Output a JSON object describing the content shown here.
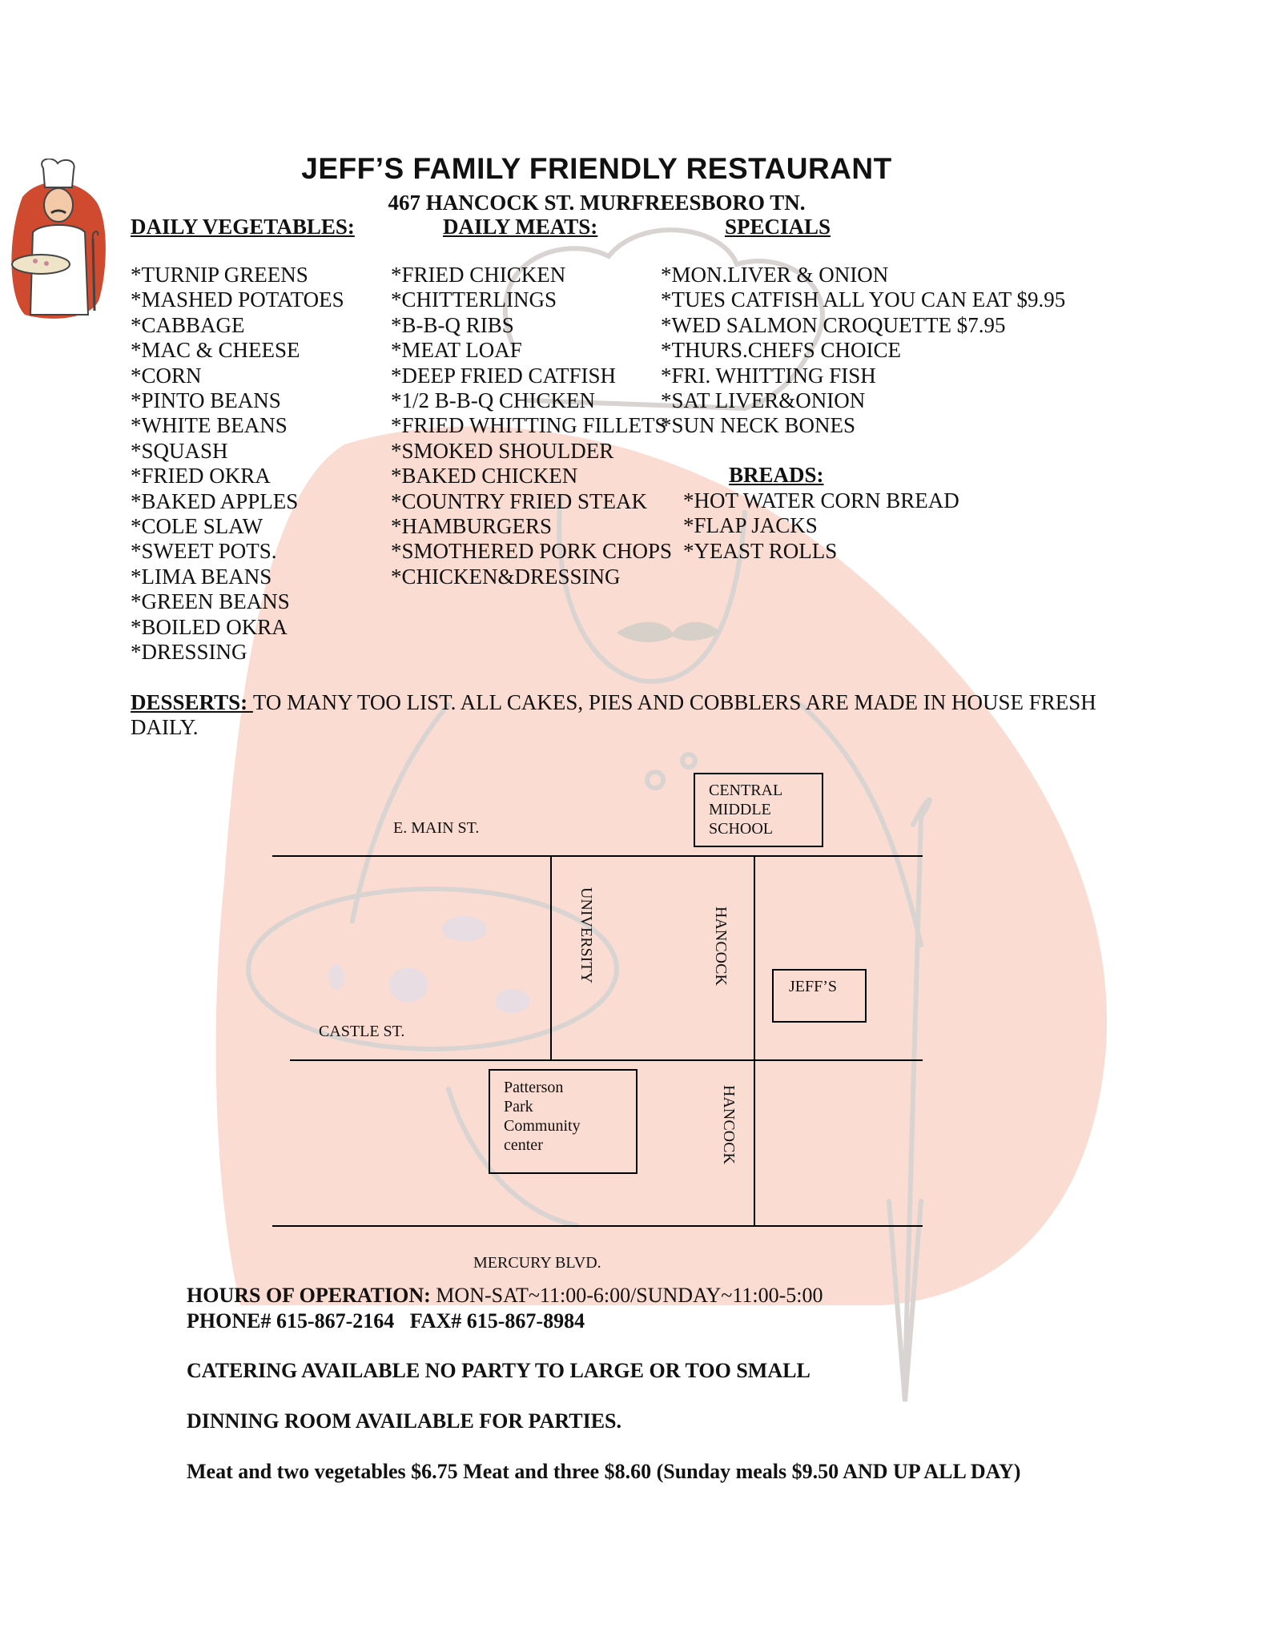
{
  "header": {
    "title": "JEFF’S FAMILY FRIENDLY RESTAURANT",
    "address": "467 HANCOCK ST. MURFREESBORO TN."
  },
  "columns": {
    "vegetables": {
      "heading": "DAILY VEGETABLES:",
      "items": [
        "*TURNIP GREENS",
        "*MASHED POTATOES",
        "*CABBAGE",
        "*MAC & CHEESE",
        "*CORN",
        "*PINTO BEANS",
        "*WHITE BEANS",
        "*SQUASH",
        "*FRIED OKRA",
        "*BAKED APPLES",
        "*COLE SLAW",
        "*SWEET POTS.",
        "*LIMA BEANS",
        "*GREEN BEANS",
        "*BOILED OKRA",
        "*DRESSING"
      ]
    },
    "meats": {
      "heading": "DAILY MEATS:",
      "items": [
        "*FRIED CHICKEN",
        "*CHITTERLINGS",
        "*B-B-Q RIBS",
        "*MEAT LOAF",
        "*DEEP FRIED CATFISH",
        "*1/2 B-B-Q CHICKEN",
        "*FRIED WHITTING FILLETS",
        "*SMOKED SHOULDER",
        "*BAKED CHICKEN",
        "*COUNTRY FRIED STEAK",
        "*HAMBURGERS",
        "*SMOTHERED PORK CHOPS",
        "*CHICKEN&DRESSING"
      ]
    },
    "specials": {
      "heading": "SPECIALS",
      "items": [
        "*MON.LIVER & ONION",
        "*TUES CATFISH ALL YOU CAN EAT $9.95",
        "*WED SALMON CROQUETTE $7.95",
        "*THURS.CHEFS CHOICE",
        "*FRI. WHITTING FISH",
        "*SAT LIVER&ONION",
        "*SUN NECK BONES"
      ]
    },
    "breads": {
      "heading": "BREADS:",
      "items": [
        "*HOT WATER CORN BREAD",
        "*FLAP JACKS",
        "*YEAST ROLLS"
      ]
    }
  },
  "desserts": {
    "label": "DESSERTS: ",
    "text": " TO MANY TOO LIST. ALL CAKES, PIES AND COBBLERS ARE MADE IN HOUSE FRESH DAILY."
  },
  "map": {
    "e_main": "E. MAIN ST.",
    "school_line1": "CENTRAL",
    "school_line2": "MIDDLE",
    "school_line3": "SCHOOL",
    "university": "UNIVERSITY",
    "hancock_top": "HANCOCK",
    "jeffs": "JEFF’S",
    "castle": "CASTLE ST.",
    "park_line1": "Patterson",
    "park_line2": "Park",
    "park_line3": "Community",
    "park_line4": "center",
    "hancock_bottom": "HANCOCK",
    "mercury": "MERCURY BLVD."
  },
  "footer": {
    "hours_label": "HOURS OF OPERATION:",
    "hours_value": " MON-SAT~11:00-6:00/SUNDAY~11:00-5:00",
    "phone": "PHONE# 615-867-2164",
    "fax": "FAX# 615-867-8984",
    "catering": "CATERING AVAILABLE NO PARTY TO LARGE OR TOO SMALL",
    "dining": "DINNING ROOM AVAILABLE FOR PARTIES.",
    "pricing": "Meat and two vegetables $6.75  Meat and three $8.60 (Sunday meals $9.50 AND UP ALL DAY)"
  },
  "colors": {
    "watermark_fill": "#fbdcd2",
    "watermark_line": "#d9d4d2",
    "logo_red": "#cf4a2e"
  }
}
